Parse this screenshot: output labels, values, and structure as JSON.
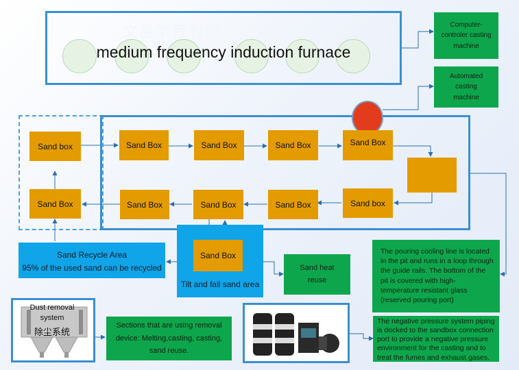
{
  "furnace": {
    "title": "medium frequency induction furnace",
    "watermark": "文易学程有限"
  },
  "casting": {
    "computer": "Computer-\ncontroler casting\nmachine",
    "automated": "Automated\ncasting\nmachine"
  },
  "loop": {
    "top": [
      "Sand Box",
      "Sand Box",
      "Sand Box",
      "Sand Box"
    ],
    "bottom": [
      "Sand box",
      "Sand Box",
      "Sand Box",
      "Sand Box"
    ],
    "outer_top": "Sand box",
    "outer_bottom": "Sand Box"
  },
  "recycle": {
    "title": "Sand Recycle Area",
    "subtitle": "95% of the used sand can be recycled"
  },
  "tilt": {
    "box": "Sand Box",
    "label": "Tilt and fall sand area"
  },
  "heat": "Sand heat\nreuse",
  "pouring_note": "The pouring cooling line is located in the pit and runs in a loop through the guide rails. The bottom of the pit is covered with high-temperature resistant glass (reserved pouring port)",
  "dust": {
    "label_en": "Dust removal\nsystem",
    "label_cn": "除尘系统",
    "sections": "Sections that are using removal device: Melting,casting, casting, sand reuse."
  },
  "negative_note": "The negative pressure system piping is docked to the sandbox connection port to provide a negative pressure environment for the casting and to treat the fumes and exhaust gases.",
  "colors": {
    "frame": "#3a8fd0",
    "orange": "#e39b00",
    "green": "#0ea64c",
    "cyan": "#10a4e8",
    "ladle": "#e23c1c"
  }
}
